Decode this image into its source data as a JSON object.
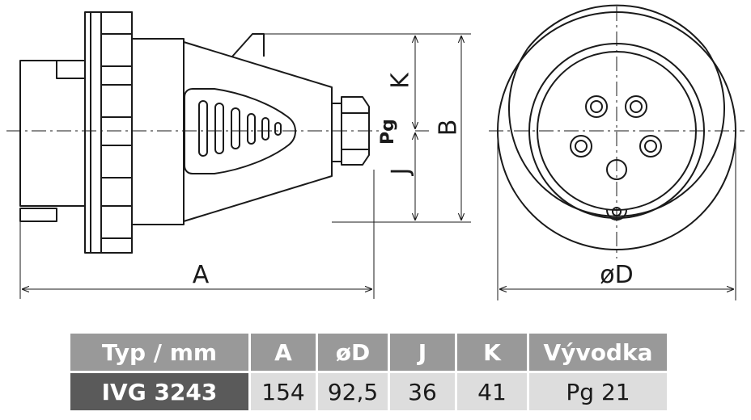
{
  "drawing": {
    "dim_labels": {
      "a": "A",
      "b": "B",
      "k": "K",
      "j": "J",
      "pg": "Pg",
      "d": "øD"
    }
  },
  "table": {
    "headers": [
      "Typ / mm",
      "A",
      "øD",
      "J",
      "K",
      "Vývodka"
    ],
    "rows": [
      [
        "IVG 3243",
        "154",
        "92,5",
        "36",
        "41",
        "Pg 21"
      ]
    ]
  },
  "colors": {
    "header_bg": "#999999",
    "type_cell_bg": "#5a5a5a",
    "value_cell_bg": "#dddddd",
    "line": "#1a1a1a"
  }
}
